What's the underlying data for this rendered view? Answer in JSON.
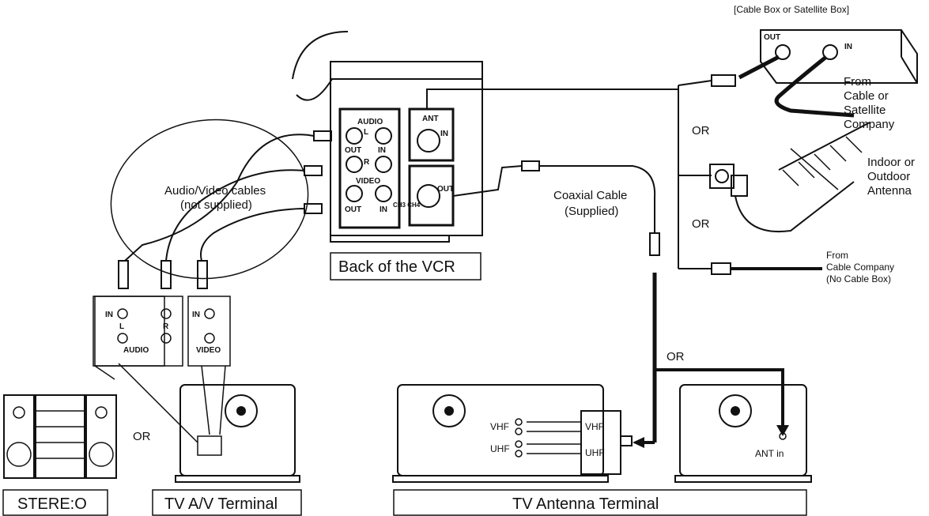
{
  "labels": {
    "cable_box_title": "[Cable Box or Satellite Box]",
    "box_out": "OUT",
    "box_in": "IN",
    "from_cable_sat_1": "From",
    "from_cable_sat_2": "Cable or",
    "from_cable_sat_3": "Satellite",
    "from_cable_sat_4": "Company",
    "or_1": "OR",
    "or_2": "OR",
    "or_3": "OR",
    "or_4": "OR",
    "indoor_1": "Indoor or",
    "indoor_2": "Outdoor",
    "indoor_3": "Antenna",
    "from_cable_co_1": "From",
    "from_cable_co_2": "Cable Company",
    "from_cable_co_3": "(No Cable Box)",
    "coax_1": "Coaxial Cable",
    "coax_2": "(Supplied)",
    "av_cables_1": "Audio/Video cables",
    "av_cables_2": "(not supplied)",
    "back_vcr": "Back of the VCR",
    "vcr_audio": "AUDIO",
    "vcr_l": "L",
    "vcr_r": "R",
    "vcr_out_a": "OUT",
    "vcr_in_a": "IN",
    "vcr_video": "VIDEO",
    "vcr_out_v": "OUT",
    "vcr_in_v": "IN",
    "vcr_ant": "ANT",
    "vcr_ant_in": "IN",
    "vcr_ant_out": "OUT",
    "vcr_ch": "CH3 CH4",
    "term_in_a": "IN",
    "term_l": "L",
    "term_r": "R",
    "term_audio": "AUDIO",
    "term_in_v": "IN",
    "term_video": "VIDEO",
    "vhf_tv": "VHF",
    "uhf_tv": "UHF",
    "vhf_split": "VHF",
    "uhf_split": "UHF",
    "ant_in": "ANT in",
    "stereo": "STERE:O",
    "tv_av": "TV A/V Terminal",
    "tv_ant": "TV Antenna Terminal"
  }
}
